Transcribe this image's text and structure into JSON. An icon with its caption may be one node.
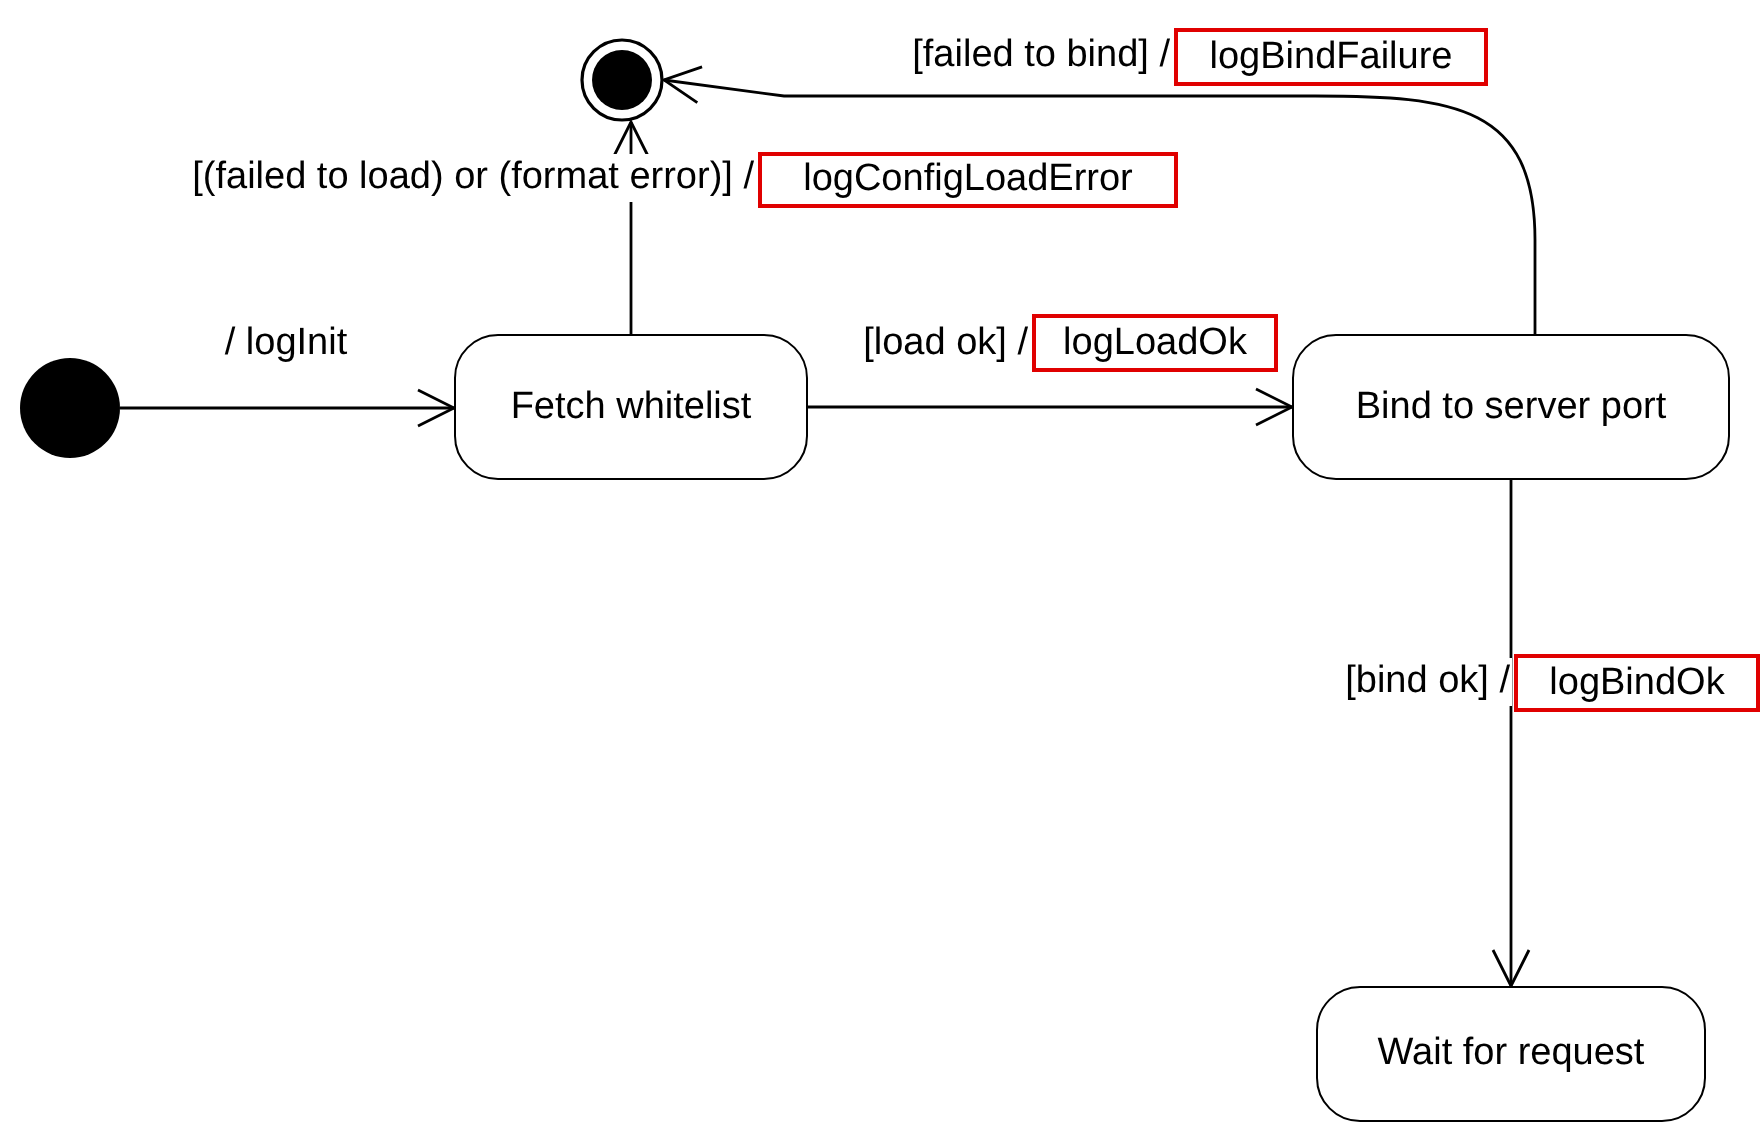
{
  "diagram": {
    "nodes": [
      {
        "text": [],
        "shape": "circle"
      },
      {
        "text": [
          "logBindFailure"
        ]
      },
      {
        "text": [
          "logConfigLoadError"
        ]
      },
      {
        "text": [],
        "shape": "circle"
      },
      {
        "text": [
          "Fetch whitelist"
        ]
      },
      {
        "text": [
          "logLoadOk"
        ]
      },
      {
        "text": [
          "Bind to server port"
        ]
      },
      {
        "text": [
          "logBindOk"
        ]
      },
      {
        "text": [
          "Wait for request"
        ]
      }
    ],
    "edges": [
      {
        "from": 3,
        "to": 4,
        "label": "/ logInit",
        "arrow": "to"
      },
      {
        "from": 4,
        "to": 0,
        "label": "[(failed to load) or (format error)] /",
        "arrow": "to"
      },
      {
        "from": 4,
        "to": 6,
        "label": "[load ok] /",
        "arrow": "to"
      },
      {
        "from": 6,
        "to": 0,
        "label": "[failed to bind] /",
        "arrow": "to"
      },
      {
        "from": 6,
        "to": 8,
        "label": "[bind ok] /",
        "arrow": "to"
      }
    ]
  }
}
